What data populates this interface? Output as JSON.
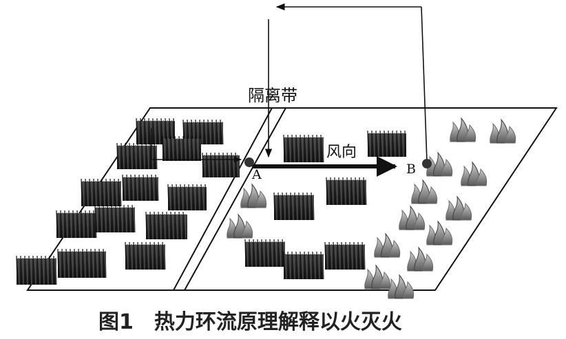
{
  "diagram": {
    "firebreak_label": "隔离带",
    "wind_label": "风向",
    "point_a_label": "A",
    "point_b_label": "B",
    "caption": "图1　热力环流原理解释以火灭火",
    "colors": {
      "line": "#111111",
      "grass": "#2b2b2b",
      "fire": "#8a8a8a"
    }
  }
}
